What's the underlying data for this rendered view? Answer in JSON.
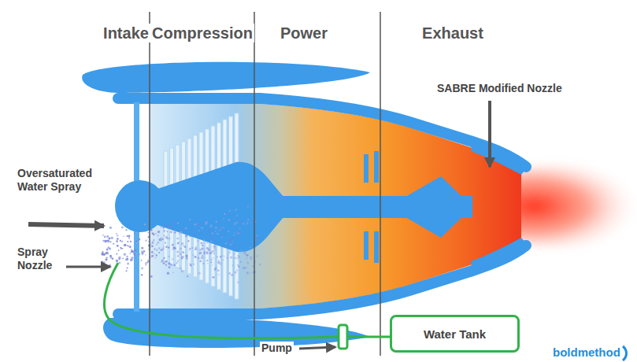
{
  "diagram": {
    "nodes": [
      {
        "text": [
          "Water Tank"
        ]
      }
    ],
    "labels": [
      "Intake",
      "Compression",
      "Power",
      "Exhaust",
      "SABRE Modified Nozzle",
      "Oversaturated Water Spray",
      "Spray Nozzle",
      "Pump",
      "boldmethod"
    ]
  }
}
